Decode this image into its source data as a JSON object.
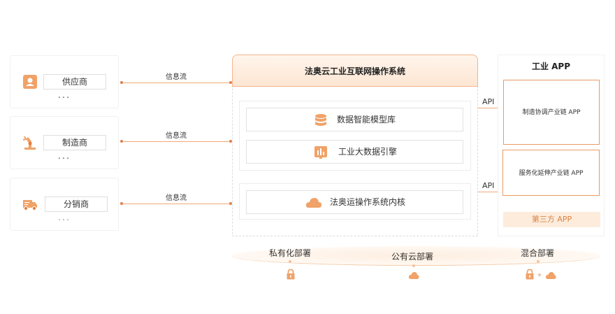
{
  "left": {
    "items": [
      {
        "label": "供应商",
        "dots": "···"
      },
      {
        "label": "制造商",
        "dots": "···"
      },
      {
        "label": "分销商",
        "dots": "···"
      }
    ]
  },
  "flows": [
    "信息流",
    "信息流",
    "信息流"
  ],
  "center": {
    "title": "法奥云工业互联网操作系统",
    "rows": [
      "数据智能模型库",
      "工业大数据引擎",
      "法奥运操作系统内核"
    ]
  },
  "right": {
    "title": "工业 APP",
    "api_labels": [
      "API",
      "API"
    ],
    "apps": [
      "制造协调产业链 APP",
      "服务化延伸产业链 APP"
    ],
    "third": "第三方 APP"
  },
  "deploy": {
    "labels": [
      "私有化部署",
      "公有云部署",
      "混合部署"
    ]
  },
  "colors": {
    "accent": "#f0a268",
    "border": "#e99a63"
  }
}
